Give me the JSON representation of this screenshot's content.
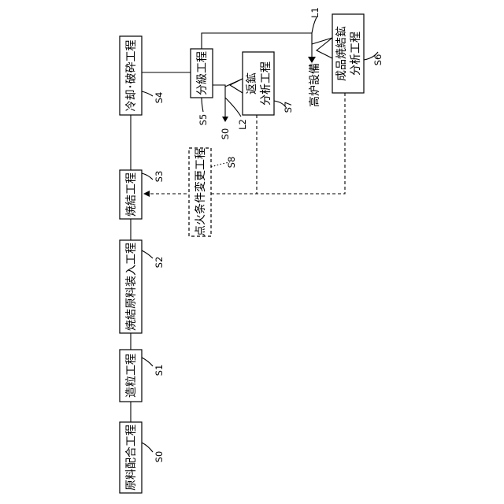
{
  "steps": {
    "s0": {
      "label": "原料配合工程",
      "ref": "S0"
    },
    "s1": {
      "label": "造粒工程",
      "ref": "S1"
    },
    "s2": {
      "label": "焼結原料装入工程",
      "ref": "S2"
    },
    "s3": {
      "label": "焼結工程",
      "ref": "S3"
    },
    "s4": {
      "label": "冷却･破砕工程",
      "ref": "S4"
    },
    "s5": {
      "label": "分級工程",
      "ref": "S5"
    },
    "s6": {
      "line1": "成品焼結鉱",
      "line2": "分析工程",
      "ref": "S6"
    },
    "s7": {
      "line1": "返鉱",
      "line2": "分析工程",
      "ref": "S7"
    },
    "s8": {
      "label": "点火条件変更工程",
      "ref": "S8"
    }
  },
  "outputs": {
    "blast_furnace": "高炉設備",
    "return_to_s0": "S0"
  },
  "line_refs": {
    "l1": "L1",
    "l2": "L2"
  }
}
